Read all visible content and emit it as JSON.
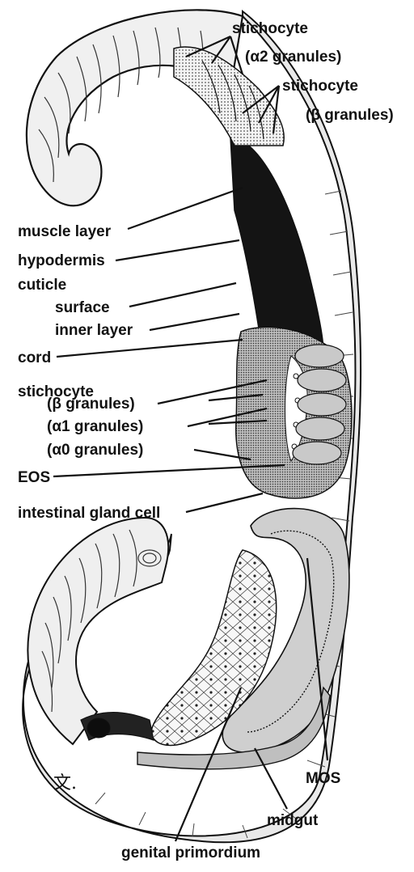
{
  "labels": {
    "stichocyte_alpha2_title": "stichocyte",
    "stichocyte_alpha2_sub": "(α2 granules)",
    "stichocyte_beta_top_title": "stichocyte",
    "stichocyte_beta_top_sub": "(β granules)",
    "muscle_layer": "muscle layer",
    "hypodermis": "hypodermis",
    "cuticle": "cuticle",
    "surface": "surface",
    "inner_layer": "inner layer",
    "cord": "cord",
    "stichocyte_lower_title": "stichocyte",
    "beta_granules": "(β granules)",
    "alpha1_granules": "(α1 granules)",
    "alpha0_granules": "(α0 granules)",
    "eos": "EOS",
    "intestinal_gland_cell": "intestinal gland cell",
    "mos": "MOS",
    "midgut": "midgut",
    "genital_primordium": "genital primordium",
    "signature": "文."
  },
  "colors": {
    "ink": "#111111",
    "paper": "#ffffff",
    "shade_dark": "#1a1a1a",
    "shade_mid": "#8a8a8a",
    "shade_light": "#d4d4d4"
  }
}
